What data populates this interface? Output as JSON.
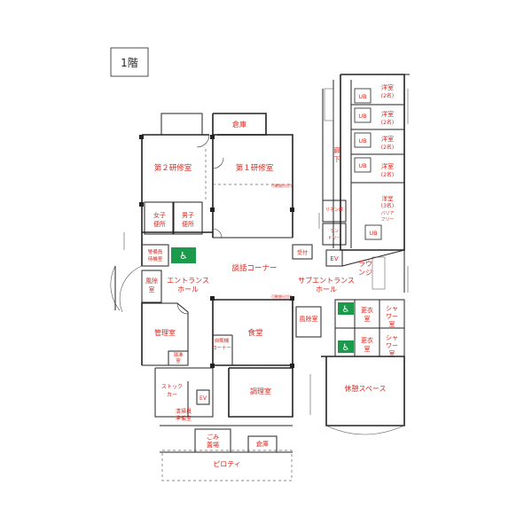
{
  "floor_label": "1階",
  "rooms": {
    "souko_top": "倉庫",
    "kenshu1": "第１研修室",
    "kenshu2": "第２研修室",
    "kadou": "可動間仕切り",
    "kadou2": "可動間仕切り",
    "jyoshi": "女子便所",
    "danshi": "男子便所",
    "keibi": "警備員待機室",
    "danwa": "談話コーナー",
    "uketsuke": "受付",
    "ev_right": "EV",
    "lounge": "ラウンジ",
    "fuujo_left": "風除室",
    "entrance": "エントランスホール",
    "sub_entrance": "サブエントランスホール",
    "fuujo_right": "風除室",
    "kanri": "管理室",
    "shokudo": "食堂",
    "jihanki": "自販機コーナー",
    "kyuto": "湯沸室",
    "chorishitsu": "調理室",
    "stockcar": "ストックカー",
    "ev_left": "EV",
    "seiso": "清掃員準備室",
    "gomi": "ごみ置場",
    "souko_bottom": "倉庫",
    "pilotis": "ピロティ",
    "youshitsu1": "洋室(2名)",
    "youshitsu2": "洋室(2名)",
    "youshitsu3": "洋室(2名)",
    "youshitsu4": "洋室(2名)",
    "youshitsu_barrier": "洋室(3名)バリアフリー",
    "rouka": "廊下",
    "linen": "リネン庫",
    "laundry": "ランドリー",
    "ub": "UB",
    "kouishitsu1": "更衣室",
    "kouishitsu2": "更衣室",
    "shower1": "シャワー室",
    "shower2": "シャワー室",
    "kyukei": "休憩スペース"
  },
  "colors": {
    "label": "#d9261c",
    "wall": "#222222",
    "accessible_icon": "#1a9a4a"
  },
  "icons": [
    "wheelchair-icon",
    "elevator-icon",
    "stairs-icon"
  ]
}
